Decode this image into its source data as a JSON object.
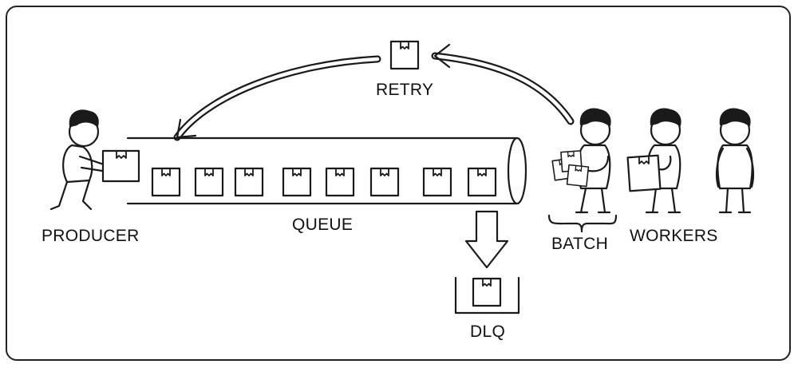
{
  "labels": {
    "producer": "PRODUCER",
    "queue": "QUEUE",
    "retry": "RETRY",
    "dlq": "DLQ",
    "batch": "BATCH",
    "workers": "WORKERS"
  },
  "queue": {
    "message_count": 8
  },
  "workers": {
    "count": 3,
    "batch_boxes": 3
  },
  "colors": {
    "line": "#1a1a1a",
    "fill": "#ffffff",
    "skin": "#ffffff"
  }
}
